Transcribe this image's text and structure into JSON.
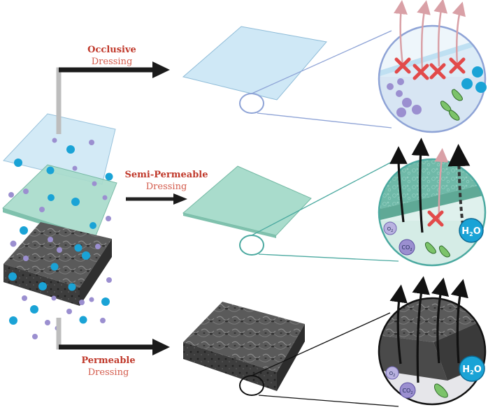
{
  "dressings": [
    {
      "id": "occlusive",
      "title": "Occlusive",
      "subtitle": "Dressing"
    },
    {
      "id": "semi",
      "title": "Semi-Permeable",
      "subtitle": "Dressing"
    },
    {
      "id": "permeable",
      "title": "Permeable",
      "subtitle": "Dressing"
    }
  ],
  "molecules": {
    "o2_sym": "O",
    "o2_sub": "2",
    "co2_sym": "CO",
    "co2_sub": "2",
    "h2o_sym": "H",
    "h2o_sub": "2",
    "h2o_tail": "O"
  },
  "colors": {
    "title_red": "#c0392b",
    "occlusive_film": "#cfe8f6",
    "semi_film": "#a9dccc",
    "permeable_foam": "#555555",
    "water": "#1aa3d6",
    "gas": "#9b8fd0",
    "bacteria": "#7cc36a",
    "blocked": "#e24a4a"
  }
}
